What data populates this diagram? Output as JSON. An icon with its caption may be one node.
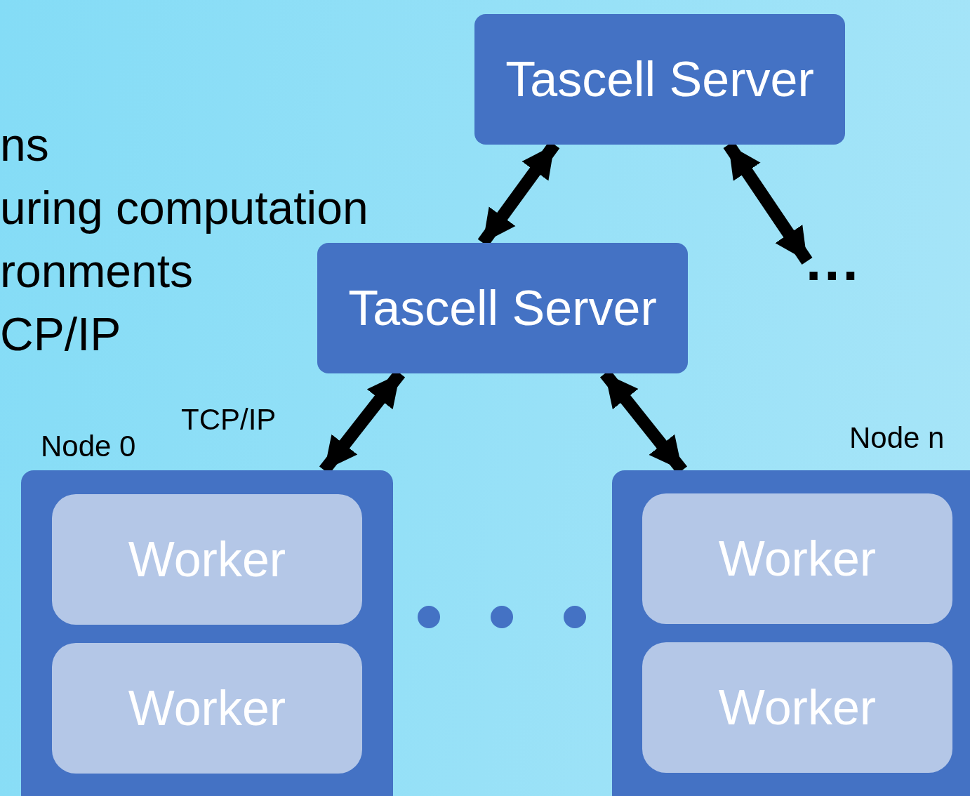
{
  "diagram": {
    "nodes": [
      {
        "text": [
          "Tascell Server"
        ]
      },
      {
        "text": [
          "Tascell Server"
        ]
      },
      {
        "text": [
          "..."
        ]
      },
      {
        "text": [
          "Node 0"
        ]
      },
      {
        "text": [
          "Worker"
        ],
        "in": 3
      },
      {
        "text": [
          "Worker"
        ],
        "in": 3
      },
      {
        "text": [
          "Node n"
        ]
      },
      {
        "text": [
          "Worker"
        ],
        "in": 6
      },
      {
        "text": [
          "Worker"
        ],
        "in": 6
      }
    ],
    "edges": [
      {
        "from": 0,
        "to": 1,
        "arrow": "both"
      },
      {
        "from": 0,
        "to": 2,
        "arrow": "both"
      },
      {
        "from": 1,
        "to": 3,
        "arrow": "both",
        "label": "TCP/IP"
      },
      {
        "from": 1,
        "to": 6,
        "arrow": "both"
      }
    ],
    "labels": [
      "ns",
      "uring computation",
      "ronments",
      "CP/IP"
    ]
  }
}
